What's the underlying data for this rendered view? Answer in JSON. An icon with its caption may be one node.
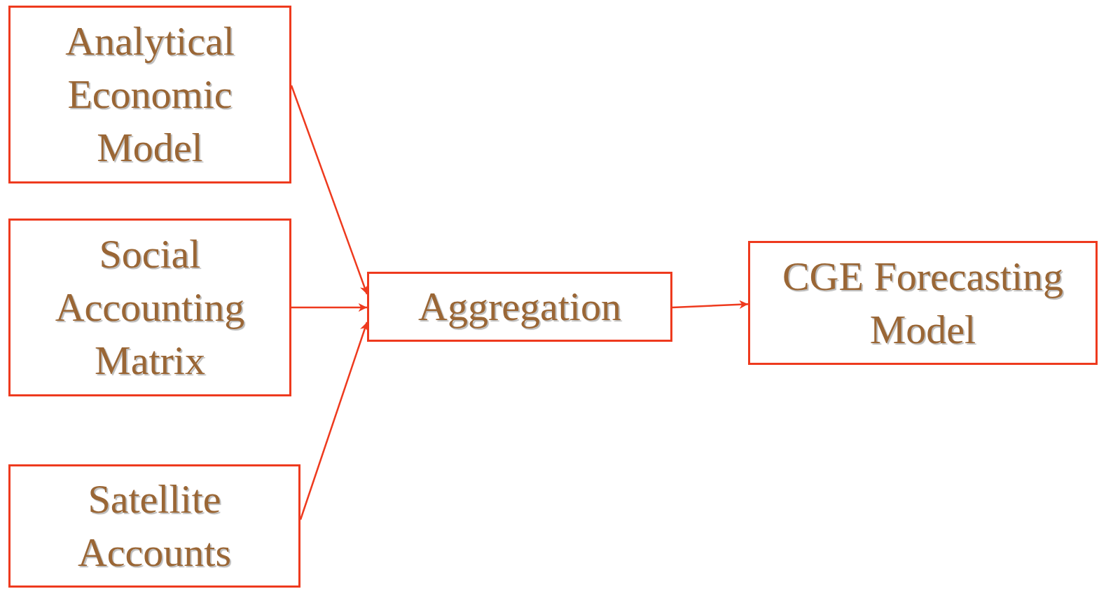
{
  "diagram": {
    "nodes": [
      {
        "text": [
          "Analytical Economic Model"
        ]
      },
      {
        "text": [
          "Social Accounting Matrix"
        ]
      },
      {
        "text": [
          "Satellite Accounts"
        ]
      },
      {
        "text": [
          "Aggregation"
        ]
      },
      {
        "text": [
          "CGE Forecasting Model"
        ]
      }
    ],
    "edges": [
      {
        "from": 0,
        "to": 3,
        "arrow": "to"
      },
      {
        "from": 1,
        "to": 3,
        "arrow": "to"
      },
      {
        "from": 2,
        "to": 3,
        "arrow": "to"
      },
      {
        "from": 3,
        "to": 4,
        "arrow": "to"
      }
    ]
  }
}
